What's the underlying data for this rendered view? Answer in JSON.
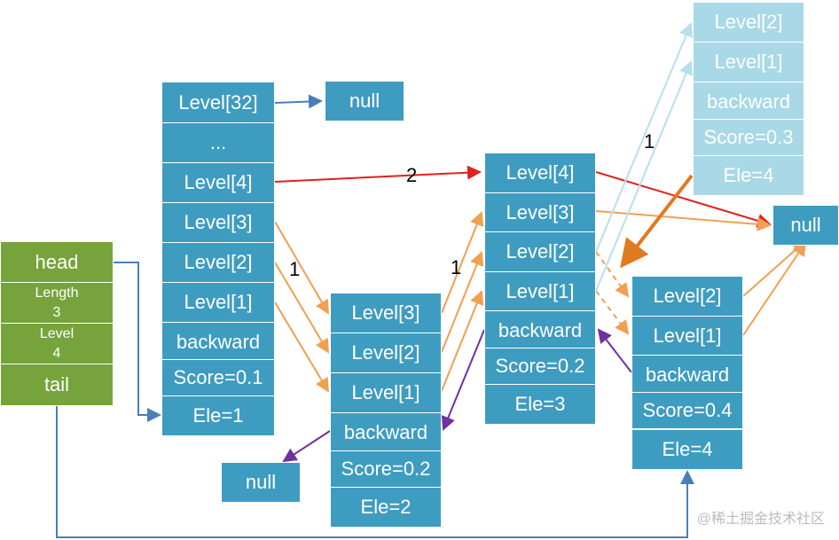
{
  "header": {
    "head": "head",
    "length_label": "Length",
    "length_value": "3",
    "level_label": "Level",
    "level_value": "4",
    "tail": "tail"
  },
  "node1": {
    "level32": "Level[32]",
    "dots": "...",
    "level4": "Level[4]",
    "level3": "Level[3]",
    "level2": "Level[2]",
    "level1": "Level[1]",
    "backward": "backward",
    "score": "Score=0.1",
    "ele": "Ele=1"
  },
  "node2": {
    "level3": "Level[3]",
    "level2": "Level[2]",
    "level1": "Level[1]",
    "backward": "backward",
    "score": "Score=0.2",
    "ele": "Ele=2"
  },
  "node3": {
    "level4": "Level[4]",
    "level3": "Level[3]",
    "level2": "Level[2]",
    "level1": "Level[1]",
    "backward": "backward",
    "score": "Score=0.2",
    "ele": "Ele=3"
  },
  "node4": {
    "level2": "Level[2]",
    "level1": "Level[1]",
    "backward": "backward",
    "score": "Score=0.4",
    "ele": "Ele=4"
  },
  "node5_ghost": {
    "level2": "Level[2]",
    "level1": "Level[1]",
    "backward": "backward",
    "score": "Score=0.3",
    "ele": "Ele=4"
  },
  "nulls": {
    "top": "null",
    "right": "null",
    "bottom": "null"
  },
  "span_labels": {
    "span_2": "2",
    "span_1_a": "1",
    "span_1_b": "1",
    "span_1_c": "1"
  },
  "watermark": "@稀土掘金技术社区",
  "colors": {
    "node": "#3e9cc0",
    "ghost": "#a9d8e6",
    "header": "#77a33c",
    "level_pointer": "#f0a050",
    "top_pointer": "#e02020",
    "backward_pointer": "#7030a0",
    "head_tail_pointer": "#4a7ebb",
    "insert_arrow": "#e07a20"
  }
}
